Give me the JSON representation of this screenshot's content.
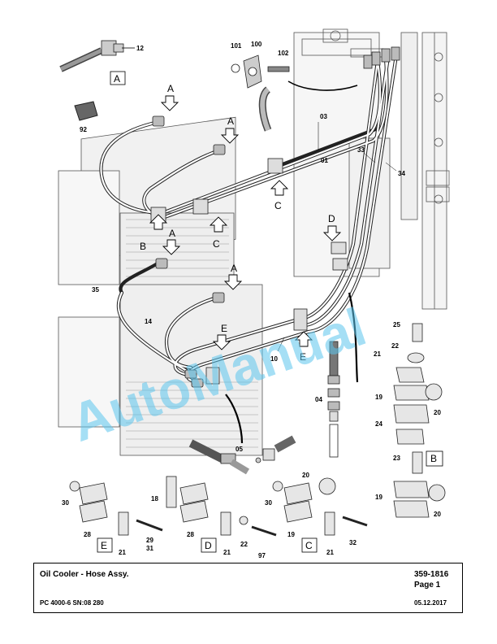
{
  "watermark": "AutoManual",
  "title_block": {
    "title": "Oil Cooler - Hose Assy.",
    "part_number": "359-1816",
    "page": "Page 1",
    "machine": "PC 4000-6 SN:08 280",
    "date": "05.12.2017"
  },
  "callouts": {
    "c12": "12",
    "c92": "92",
    "c101": "101",
    "c100": "100",
    "c102": "102",
    "c03": "03",
    "c01": "01",
    "c33": "33",
    "c34": "34",
    "c35": "35",
    "c14": "14",
    "c10": "10",
    "c04": "04",
    "c05": "05",
    "c25": "25",
    "c22a": "22",
    "c21a": "21",
    "c19a": "19",
    "c20a": "20",
    "c24": "24",
    "c23": "23",
    "c19b": "19",
    "c20b": "20",
    "c30a": "30",
    "c28a": "28",
    "c21b": "21",
    "c29": "29",
    "c31": "31",
    "c18": "18",
    "c28b": "28",
    "c22b": "22",
    "c97": "97",
    "c21c": "21",
    "c30b": "30",
    "c20c": "20",
    "c19c": "19",
    "c32": "32",
    "c21d": "21"
  },
  "view_letters": {
    "A1": "A",
    "A2": "A",
    "A3": "A",
    "A4": "A",
    "A_box": "A",
    "B1": "B",
    "B_box": "B",
    "C1": "C",
    "C2": "C",
    "C_box": "C",
    "D1": "D",
    "D_box": "D",
    "E1": "E",
    "E2": "E",
    "E_box": "E"
  }
}
